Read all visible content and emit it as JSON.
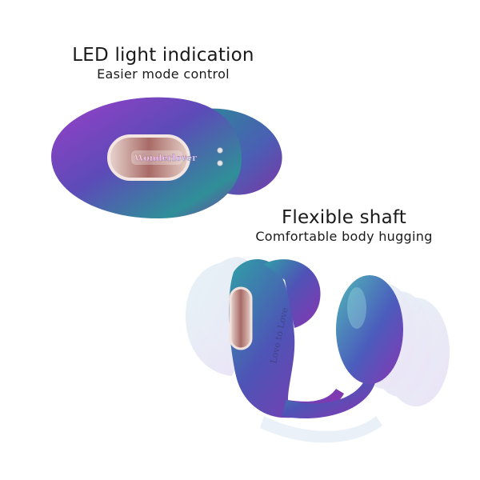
{
  "feature_top": {
    "title": "LED light indication",
    "subtitle": "Easier mode control"
  },
  "feature_bottom": {
    "title": "Flexible shaft",
    "subtitle": "Comfortable body hugging"
  },
  "product_top": {
    "panel_logo_text": "Wonderlover"
  },
  "product_bottom": {
    "body_engraving": "Love to Love"
  },
  "colors": {
    "background": "#ffffff",
    "body_purple": "#7b3fb0",
    "body_teal": "#3a8fa0",
    "panel_rose": "#b88078",
    "text": "#1a1a1a"
  }
}
